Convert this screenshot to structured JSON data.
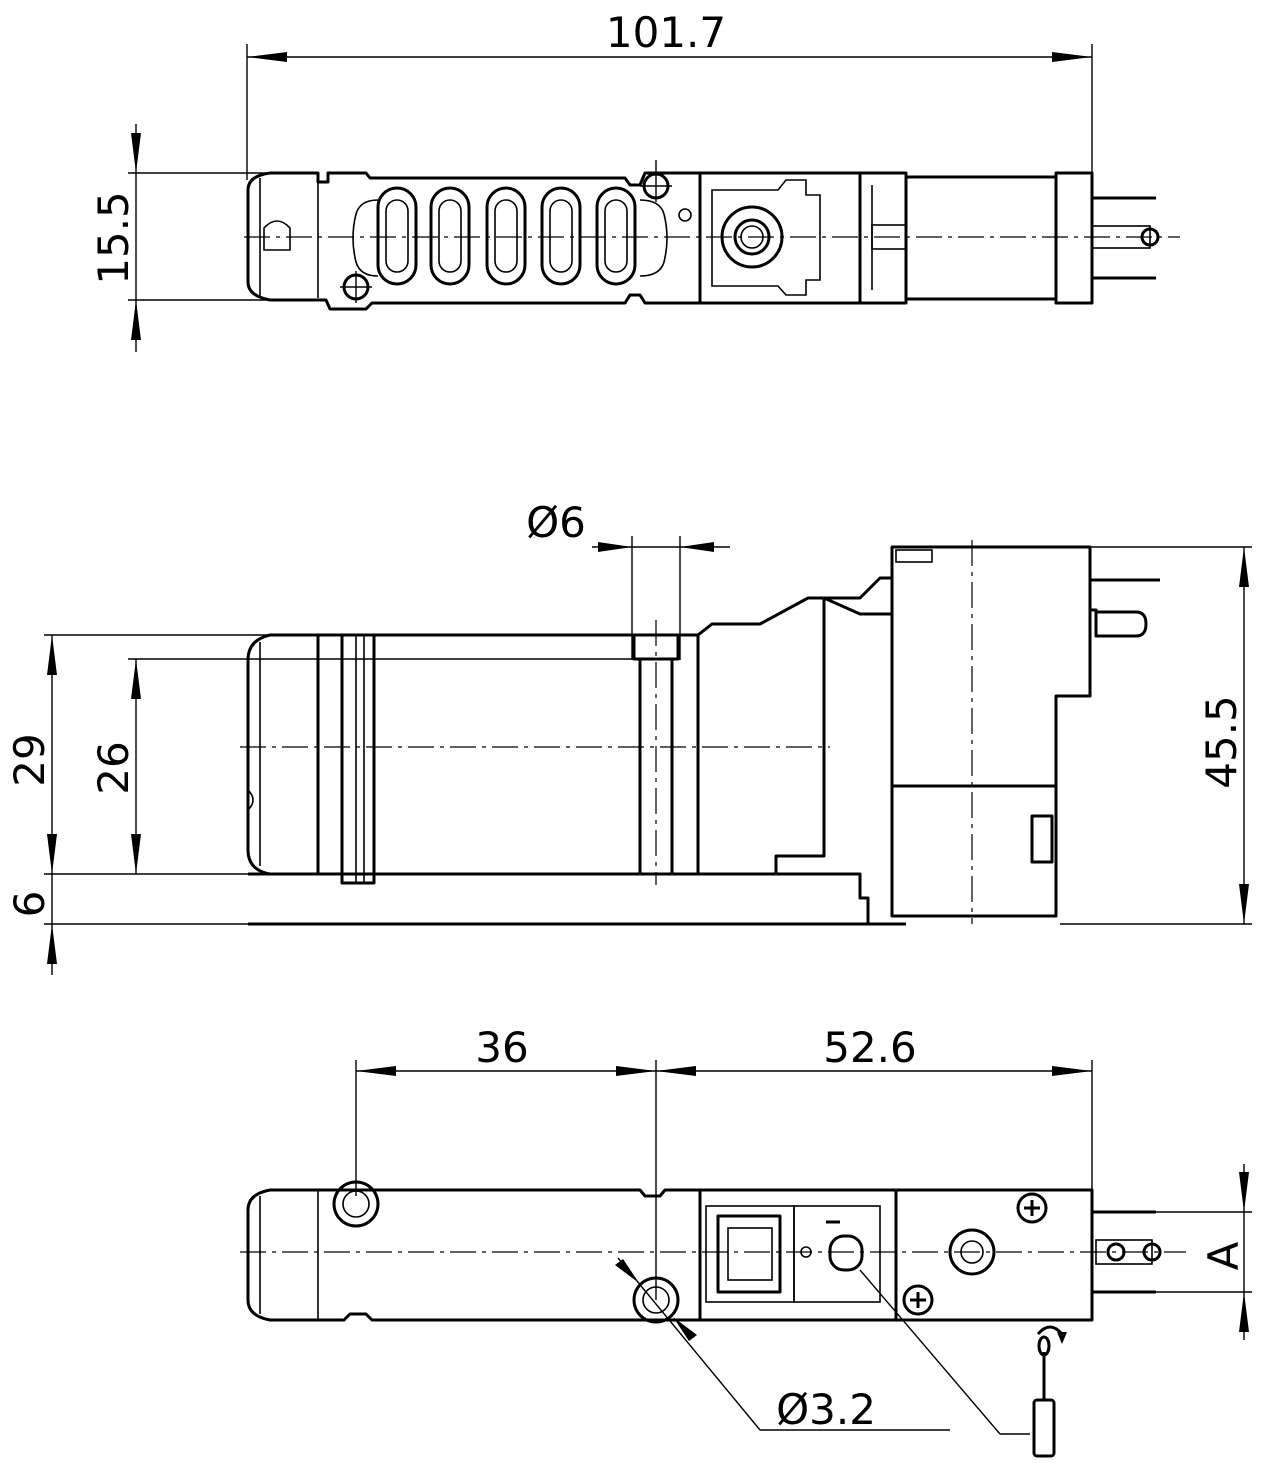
{
  "dimensions": {
    "overall_length": "101.7",
    "top_height": "15.5",
    "port_diameter": "Ø6",
    "body_height_29": "29",
    "body_height_26": "26",
    "base_height": "6",
    "total_height": "45.5",
    "hole_spacing": "36",
    "hole_to_end": "52.6",
    "mount_hole_diameter": "Ø3.2",
    "pin_spacing": "A"
  },
  "icons": {
    "screwdriver": "screwdriver-icon",
    "rotate_arrow": "rotate-arrow-icon",
    "phillips_screw": "phillips-screw-icon"
  },
  "colors": {
    "line": "#000000",
    "background": "#ffffff"
  }
}
